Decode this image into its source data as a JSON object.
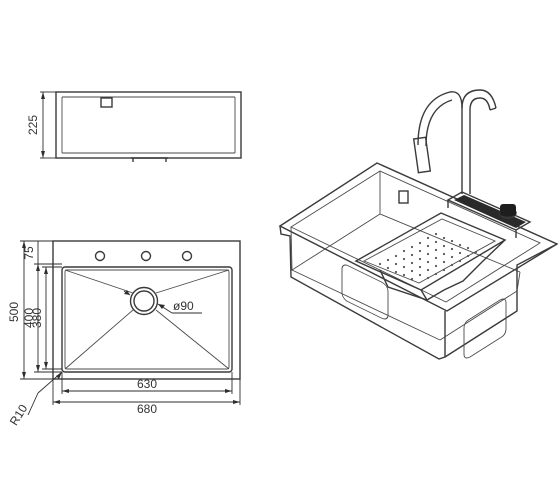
{
  "drawing": {
    "front_view": {
      "height_label": "225"
    },
    "top_view": {
      "overall_height_label": "500",
      "inner_height_label": "400",
      "bowl_height_label": "380",
      "rim_offset_label": "75",
      "drain_label": "ø90",
      "inner_width_label": "630",
      "overall_width_label": "680",
      "corner_radius_label": "R10"
    }
  }
}
